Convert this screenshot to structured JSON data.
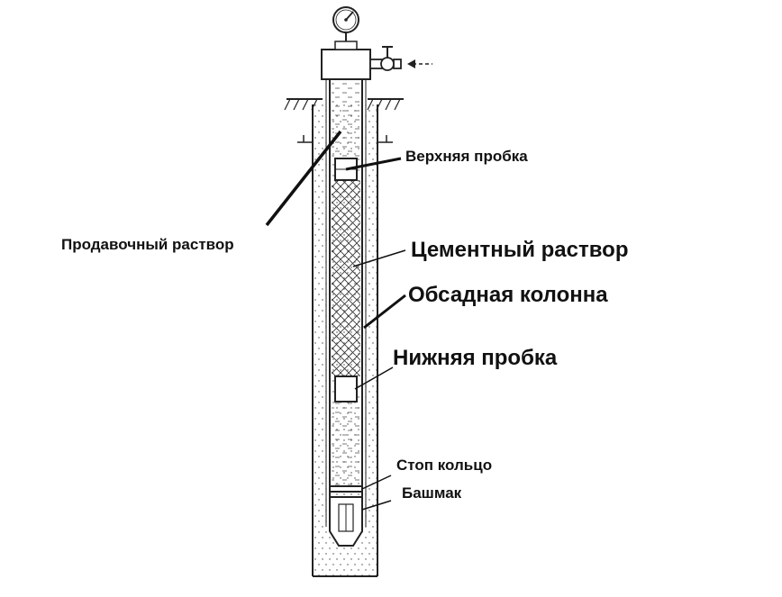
{
  "labels": {
    "top_plug": "Верхняя пробка",
    "displacement_fluid": "Продавочный раствор",
    "cement_slurry": "Цементный раствор",
    "casing": "Обсадная колонна",
    "bottom_plug": "Нижняя пробка",
    "stop_ring": "Стоп кольцо",
    "shoe": "Башмак"
  },
  "icons": {
    "pressure_gauge": "pressure-gauge-icon",
    "valve": "valve-icon",
    "flow_arrow": "arrow-left-icon"
  },
  "colors": {
    "line": "#222222",
    "fill": "#ffffff"
  }
}
